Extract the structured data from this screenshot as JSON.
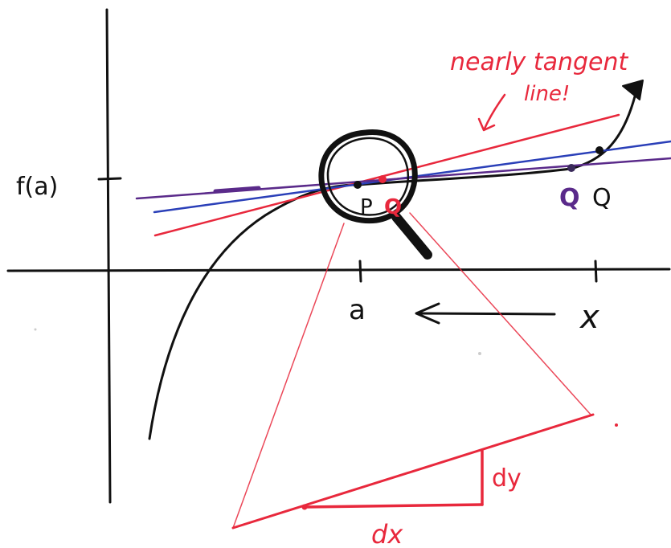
{
  "labels": {
    "f_of_a": "f(a)",
    "point_p": "P",
    "point_q_red": "Q",
    "point_q_purple": "Q",
    "point_q_black": "Q",
    "a_tick": "a",
    "x_tick": "x",
    "annotation_line1": "nearly tangent",
    "annotation_line2": "line!",
    "dy": "dy",
    "dx": "dx"
  },
  "colors": {
    "ink": "#111111",
    "red": "#e8283c",
    "blue": "#2a3fb8",
    "purple": "#5a2a8a"
  }
}
